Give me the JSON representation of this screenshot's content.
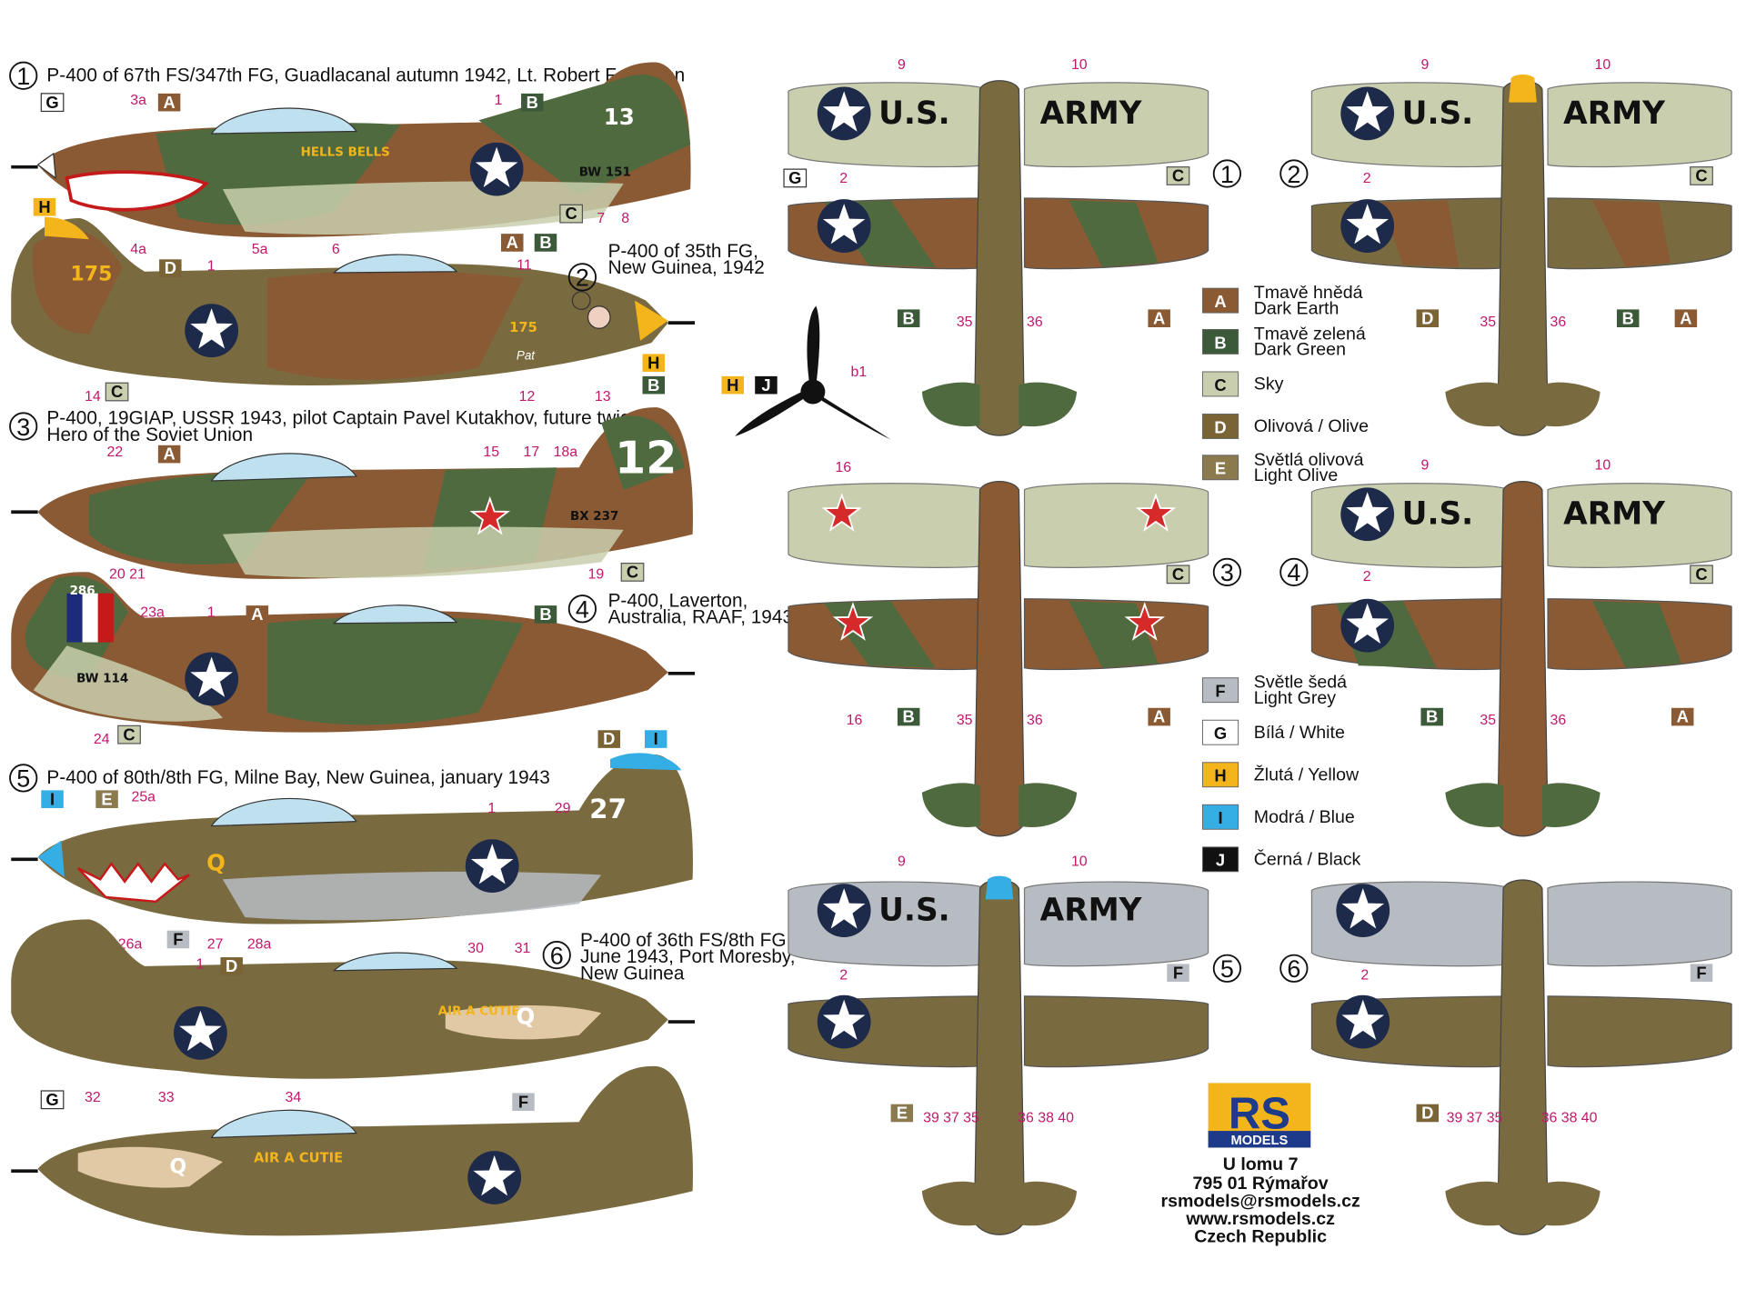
{
  "profiles": [
    {
      "index": "1",
      "caption": "P-400 of 67th FS/347th FG, Guadlacanal autumn 1942, Lt. Robert Ferguson",
      "fin_number": "13",
      "serial": "BW 151",
      "nose_art": "HELLS BELLS"
    },
    {
      "index": "2",
      "caption_line1": "P-400 of 35th FG,",
      "caption_line2": "New Guinea, 1942",
      "fin_number": "175",
      "nose_number": "175",
      "nose_art": "Pat"
    },
    {
      "index": "3",
      "caption_line1": "P-400, 19GIAP, USSR 1943, pilot Captain Pavel Kutakhov, future twice",
      "caption_line2": "Hero of the Soviet Union",
      "fin_number": "12",
      "serial": "BX 237"
    },
    {
      "index": "4",
      "caption_line1": "P-400, Laverton,",
      "caption_line2": "Australia, RAAF, 1943",
      "fin_number": "286",
      "serial": "BW 114"
    },
    {
      "index": "5",
      "caption": "P-400 of 80th/8th FG, Milne Bay, New Guinea, january 1943",
      "fin_number": "27",
      "nose_letter": "Q"
    },
    {
      "index": "6",
      "caption_line1": "P-400 of 36th FS/8th FG,",
      "caption_line2": "June 1943, Port Moresby,",
      "caption_line3": "New Guinea",
      "nose_art": "AIR A CUTIE",
      "nose_art_alt": "AIR A CUTIE",
      "nose_letter": "Q"
    }
  ],
  "wing_text": {
    "left": "U.S.",
    "right": "ARMY"
  },
  "plan_numbers": [
    "1",
    "2",
    "3",
    "4",
    "5",
    "6"
  ],
  "legend": [
    {
      "code": "A",
      "color": "#8a5a35",
      "line1": "Tmavě hnědá",
      "line2": "Dark Earth"
    },
    {
      "code": "B",
      "color": "#3c5a3a",
      "line1": "Tmavě zelená",
      "line2": "Dark Green"
    },
    {
      "code": "C",
      "color": "#c9cfae",
      "line1": "Sky",
      "line2": ""
    },
    {
      "code": "D",
      "color": "#7a6334",
      "line1": "Olivová / Olive",
      "line2": ""
    },
    {
      "code": "E",
      "color": "#8a7a4e",
      "line1": "Světlá olivová",
      "line2": "Light Olive"
    },
    {
      "code": "F",
      "color": "#b7bcc3",
      "line1": "Světle šedá",
      "line2": "Light Grey"
    },
    {
      "code": "G",
      "color": "#ffffff",
      "line1": "Bílá / White",
      "line2": ""
    },
    {
      "code": "H",
      "color": "#f3b51b",
      "line1": "Žlutá / Yellow",
      "line2": ""
    },
    {
      "code": "I",
      "color": "#35aee6",
      "line1": "Modrá / Blue",
      "line2": ""
    },
    {
      "code": "J",
      "color": "#111111",
      "line1": "Černá / Black",
      "line2": ""
    }
  ],
  "propeller": {
    "labels": [
      "H",
      "J"
    ],
    "ref": "b1"
  },
  "logo": {
    "top": "RS",
    "bottom": "MODELS"
  },
  "address": [
    "U lomu 7",
    "795 01 Rýmařov",
    "rsmodels@rsmodels.cz",
    "www.rsmodels.cz",
    "Czech Republic"
  ],
  "colors": {
    "earth": "#8a5a35",
    "green": "#4f6a3e",
    "sky": "#c9cfae",
    "olive": "#7a6a40",
    "lightolive": "#8a7a4e",
    "grey": "#b7bcc3",
    "yellow": "#f3b51b",
    "blue": "#35aee6",
    "roundel": "#1e2a4a",
    "red": "#d62a2a",
    "ref_magenta": "#c0186b"
  },
  "callouts": {
    "p1": [
      "3a",
      "1",
      "4a",
      "5a",
      "6",
      "7",
      "8"
    ],
    "p2": [
      "1",
      "11",
      "14",
      "12",
      "13"
    ],
    "p3": [
      "22",
      "15",
      "17",
      "18a",
      "20 21",
      "19"
    ],
    "p4": [
      "23a",
      "1",
      "24"
    ],
    "p5": [
      "25a",
      "1",
      "29",
      "26a",
      "27",
      "28a"
    ],
    "p6": [
      "30",
      "31",
      "1"
    ],
    "p7": [
      "32",
      "33",
      "34"
    ],
    "plan1": [
      "9",
      "10",
      "2",
      "35",
      "36"
    ],
    "plan2": [
      "9",
      "10",
      "2",
      "35",
      "36"
    ],
    "plan3": [
      "16",
      "16",
      "35",
      "36"
    ],
    "plan4": [
      "9",
      "10",
      "2",
      "35",
      "36"
    ],
    "plan5": [
      "9",
      "10",
      "2",
      "39",
      "37",
      "35",
      "36",
      "38",
      "40"
    ],
    "plan6": [
      "2",
      "39",
      "37",
      "35",
      "36",
      "38",
      "40"
    ]
  }
}
